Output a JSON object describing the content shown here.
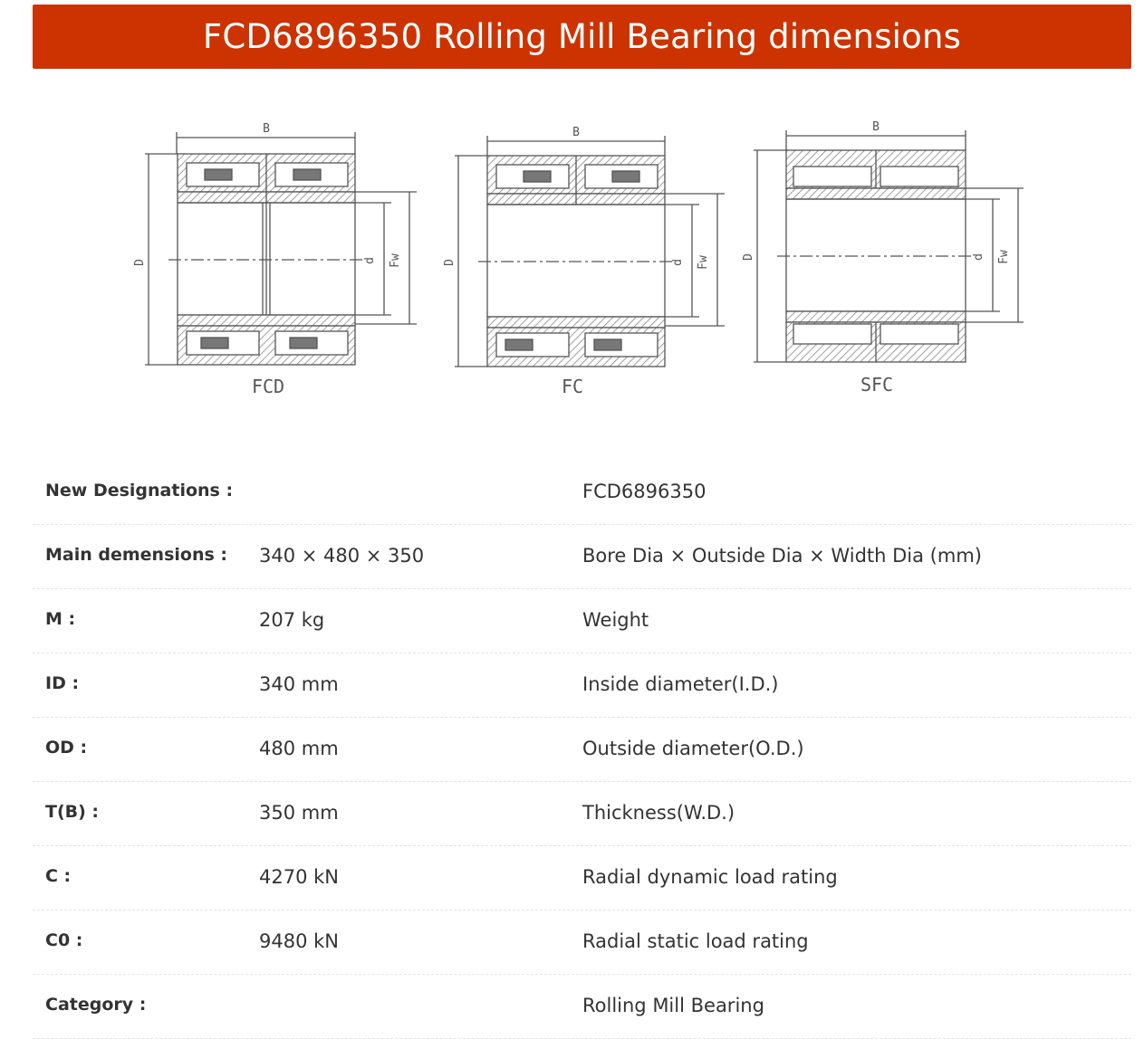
{
  "header": {
    "title": "FCD6896350 Rolling Mill Bearing dimensions"
  },
  "diagram": {
    "label_B": "B",
    "label_D": "D",
    "label_d": "d",
    "label_Fw": "Fw",
    "types": [
      "FCD",
      "FC",
      "SFC"
    ]
  },
  "specs": [
    {
      "key": "New Designations :",
      "value": "",
      "desc": "FCD6896350"
    },
    {
      "key": "Main demensions :",
      "value": "340 × 480 × 350",
      "desc": "Bore Dia × Outside Dia × Width Dia (mm)"
    },
    {
      "key": "M :",
      "value": "207 kg",
      "desc": "Weight"
    },
    {
      "key": "ID :",
      "value": "340 mm",
      "desc": "Inside diameter(I.D.)"
    },
    {
      "key": "OD :",
      "value": "480 mm",
      "desc": "Outside diameter(O.D.)"
    },
    {
      "key": "T(B) :",
      "value": "350 mm",
      "desc": "Thickness(W.D.)"
    },
    {
      "key": "C :",
      "value": "4270 kN",
      "desc": "Radial dynamic load rating"
    },
    {
      "key": "C0 :",
      "value": "9480 kN",
      "desc": "Radial static load rating"
    },
    {
      "key": "Category :",
      "value": "",
      "desc": "Rolling Mill Bearing"
    }
  ]
}
